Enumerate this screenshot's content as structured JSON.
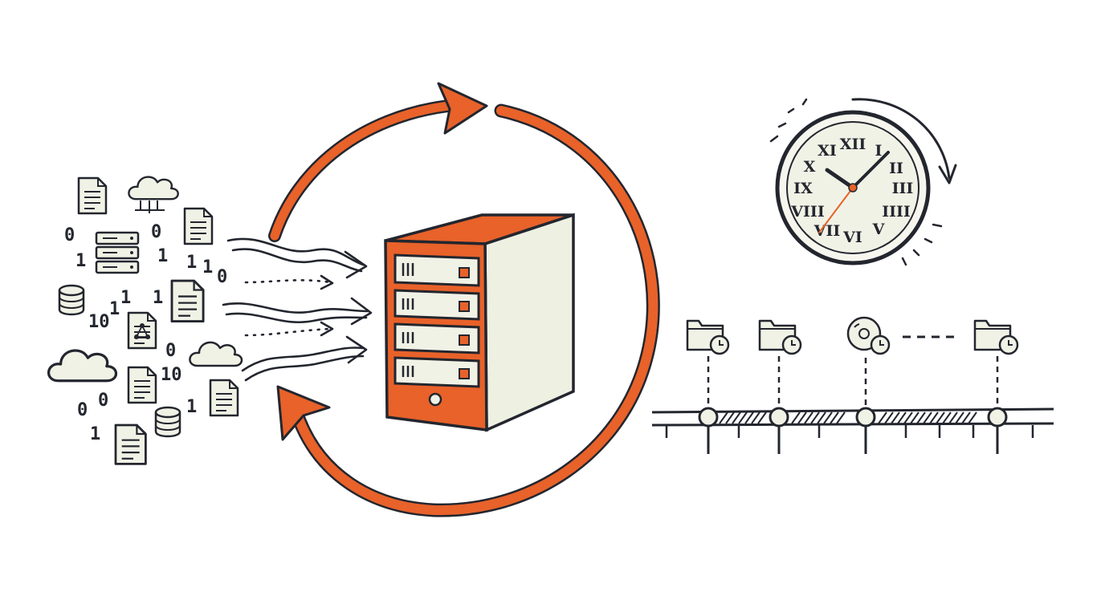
{
  "colors": {
    "ink": "#23262e",
    "accent": "#e8622a",
    "paper": "#f1f2e6",
    "server_side": "#eef0e2"
  },
  "data_scatter": {
    "icons": [
      "document-icon",
      "cloud-icon",
      "database-icon",
      "server-rack-icon",
      "network-document-icon"
    ],
    "digits": [
      "0",
      "0",
      "1",
      "1",
      "1",
      "1",
      "0",
      "1",
      "1",
      "1",
      "10",
      "0",
      "10",
      "0",
      "0",
      "1",
      "1"
    ]
  },
  "clock": {
    "numerals": [
      "XII",
      "I",
      "II",
      "III",
      "IIII",
      "V",
      "VI",
      "VII",
      "VIII",
      "IX",
      "X",
      "XI"
    ]
  },
  "timeline": {
    "snapshot_icons": [
      "folder-clock-icon",
      "folder-clock-icon",
      "disc-clock-icon",
      "folder-clock-icon"
    ]
  }
}
